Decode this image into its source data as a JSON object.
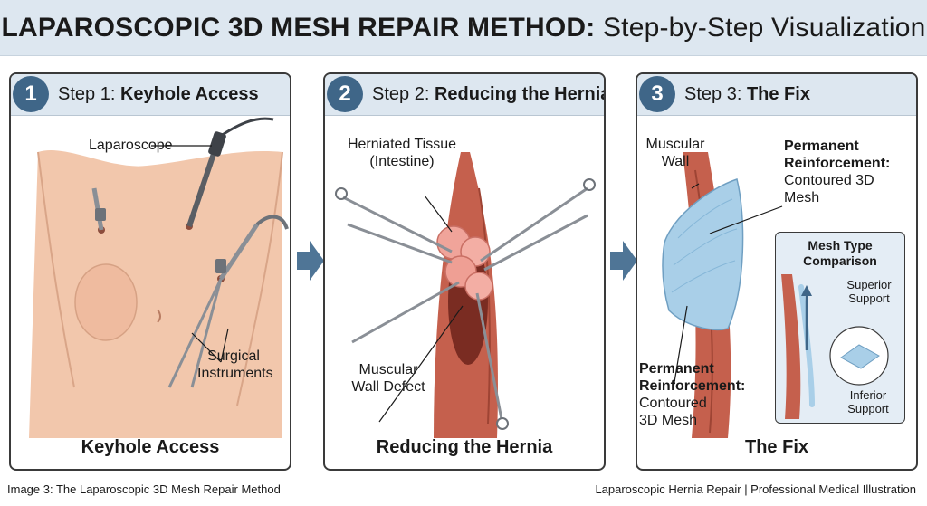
{
  "title": {
    "bold": "LAPAROSCOPIC 3D MESH REPAIR METHOD:",
    "rest": " Step-by-Step Visualization"
  },
  "steps": [
    {
      "number": "1",
      "prefix": "Step 1: ",
      "name": "Keyhole Access",
      "caption": "Keyhole Access",
      "labels": {
        "laparoscope": "Laparoscope",
        "instruments_1": "Surgical",
        "instruments_2": "Instruments"
      }
    },
    {
      "number": "2",
      "prefix": "Step 2: ",
      "name": "Reducing the Hernia",
      "caption": "Reducing the Hernia",
      "labels": {
        "tissue_1": "Herniated Tissue",
        "tissue_2": "(Intestine)",
        "defect_1": "Muscular",
        "defect_2": "Wall Defect"
      }
    },
    {
      "number": "3",
      "prefix": "Step 3: ",
      "name": "The Fix",
      "caption": "The Fix",
      "labels": {
        "wall_1": "Muscular",
        "wall_2": "Wall",
        "top_1": "Permanent",
        "top_2": "Reinforcement:",
        "top_3": "Contoured 3D",
        "top_4": "Mesh",
        "bottom_1": "Permanent",
        "bottom_2": "Reinforcement:",
        "bottom_3": "Contoured",
        "bottom_4": "3D Mesh"
      },
      "inset": {
        "title_1": "Mesh Type",
        "title_2": "Comparison",
        "superior_1": "Superior",
        "superior_2": "Support",
        "inferior_1": "Inferior",
        "inferior_2": "Support"
      }
    }
  ],
  "footer": {
    "left": "Image 3: The Laparoscopic 3D Mesh Repair Method",
    "right": "Laparoscopic Hernia Repair | Professional Medical Illustration"
  },
  "colors": {
    "header_bg": "#dde7f0",
    "step_circle": "#3f6688",
    "arrow": "#4f7596",
    "skin": "#f2c7ac",
    "muscle": "#c5604d",
    "mesh": "#a9cfe8",
    "instrument": "#8a8f96"
  }
}
